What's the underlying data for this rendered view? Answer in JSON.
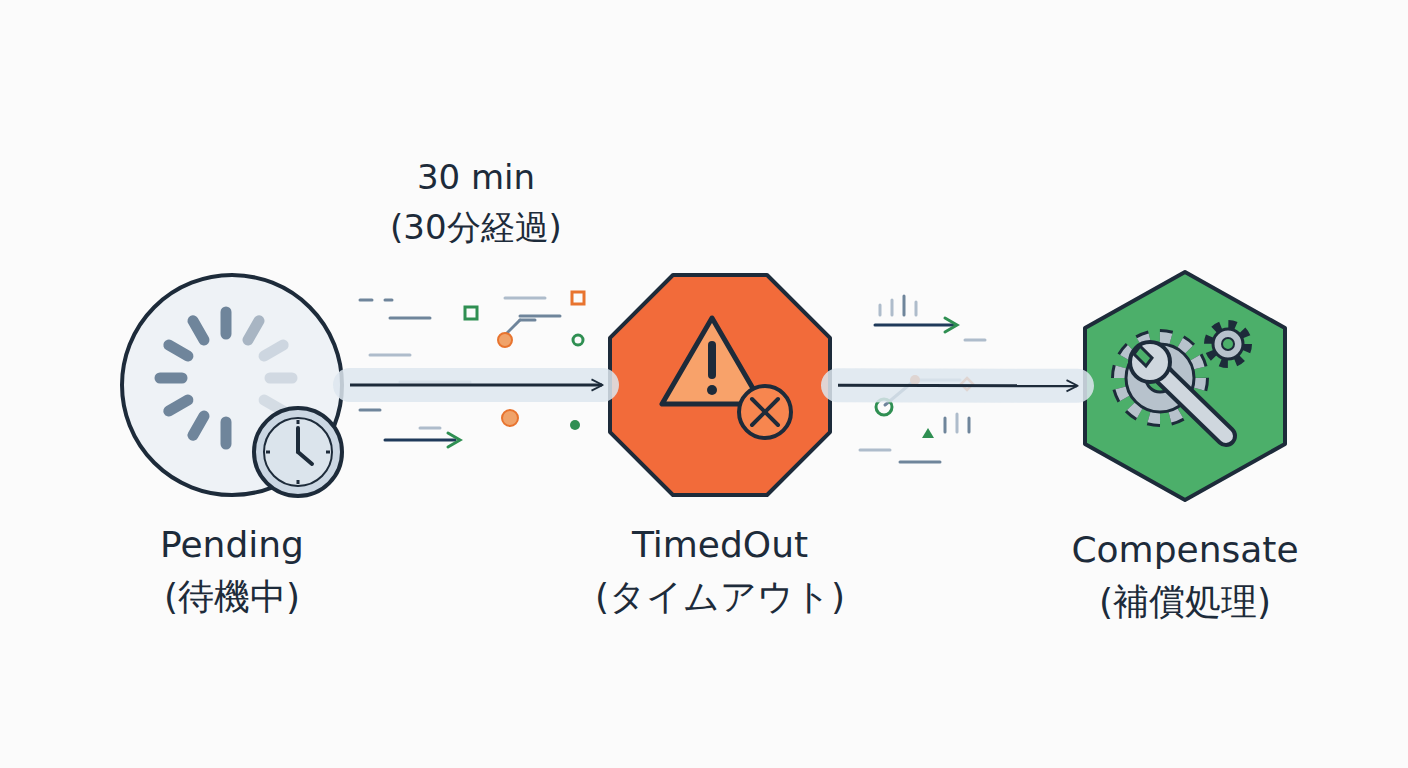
{
  "diagram": {
    "nodes": [
      {
        "text": [
          "Pending",
          "(待機中)"
        ]
      },
      {
        "text": [
          "TimedOut",
          "(タイムアウト)"
        ]
      },
      {
        "text": [
          "Compensate",
          "(補償処理)"
        ]
      }
    ],
    "edges": [
      {
        "from": 0,
        "to": 1,
        "arrow": "to",
        "label": "30 min (30分経過)"
      },
      {
        "from": 1,
        "to": 2,
        "arrow": "to"
      }
    ]
  }
}
